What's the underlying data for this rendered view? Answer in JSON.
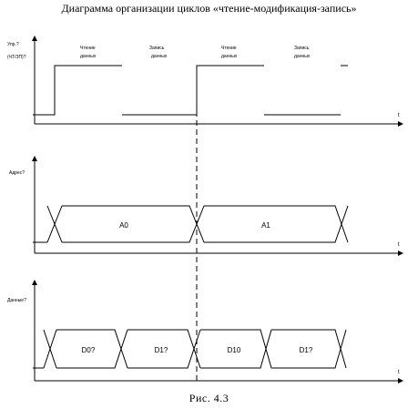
{
  "title": "Диаграмма организации циклов «чтение-модификация-запись»",
  "caption": "Рис. 4.3",
  "signals": {
    "control": {
      "label_line1": "Упр.?",
      "label_line2": "(ЧТ/ЗП)?"
    },
    "address": {
      "label": "Адрес?"
    },
    "data": {
      "label": "Данные?"
    }
  },
  "axis_label": "t",
  "phases": {
    "read1": {
      "line1": "Чтение",
      "line2": "данных"
    },
    "write1": {
      "line1": "Запись",
      "line2": "данных"
    },
    "read2": {
      "line1": "Чтение",
      "line2": "данных"
    },
    "write2": {
      "line1": "Запись",
      "line2": "данных"
    }
  },
  "address_segments": [
    "A0",
    "A1"
  ],
  "data_segments": [
    "D0?",
    "D1?",
    "D10",
    "D1?"
  ],
  "colors": {
    "line": "#000000",
    "background": "#ffffff"
  }
}
